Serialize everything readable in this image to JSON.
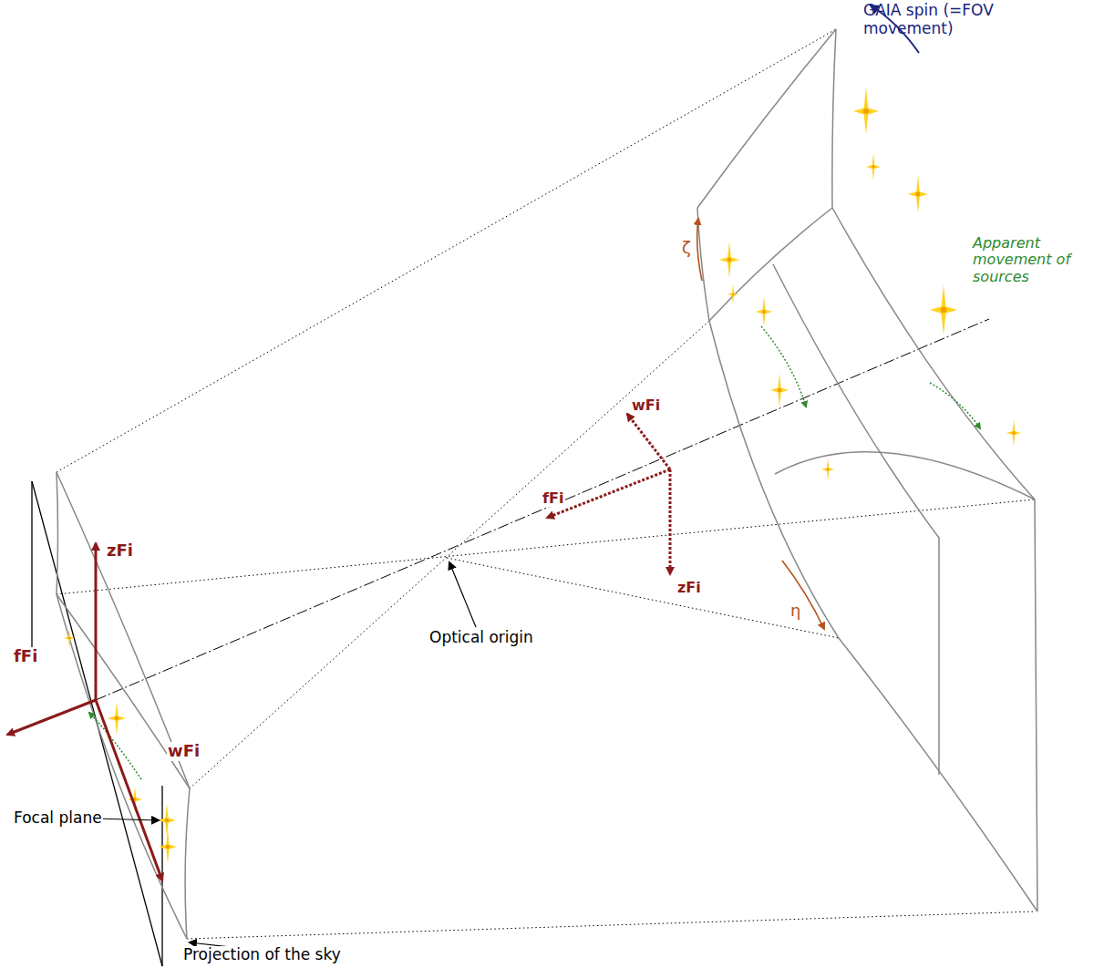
{
  "diagram": {
    "labels": [
      "GAIA spin (=FOV movement)",
      "Apparent movement of sources",
      "ζ",
      "η",
      "wFi",
      "fFi",
      "zFi",
      "zFi",
      "fFi",
      "wFi",
      "Optical origin",
      "Focal plane",
      "Projection of the sky"
    ]
  }
}
